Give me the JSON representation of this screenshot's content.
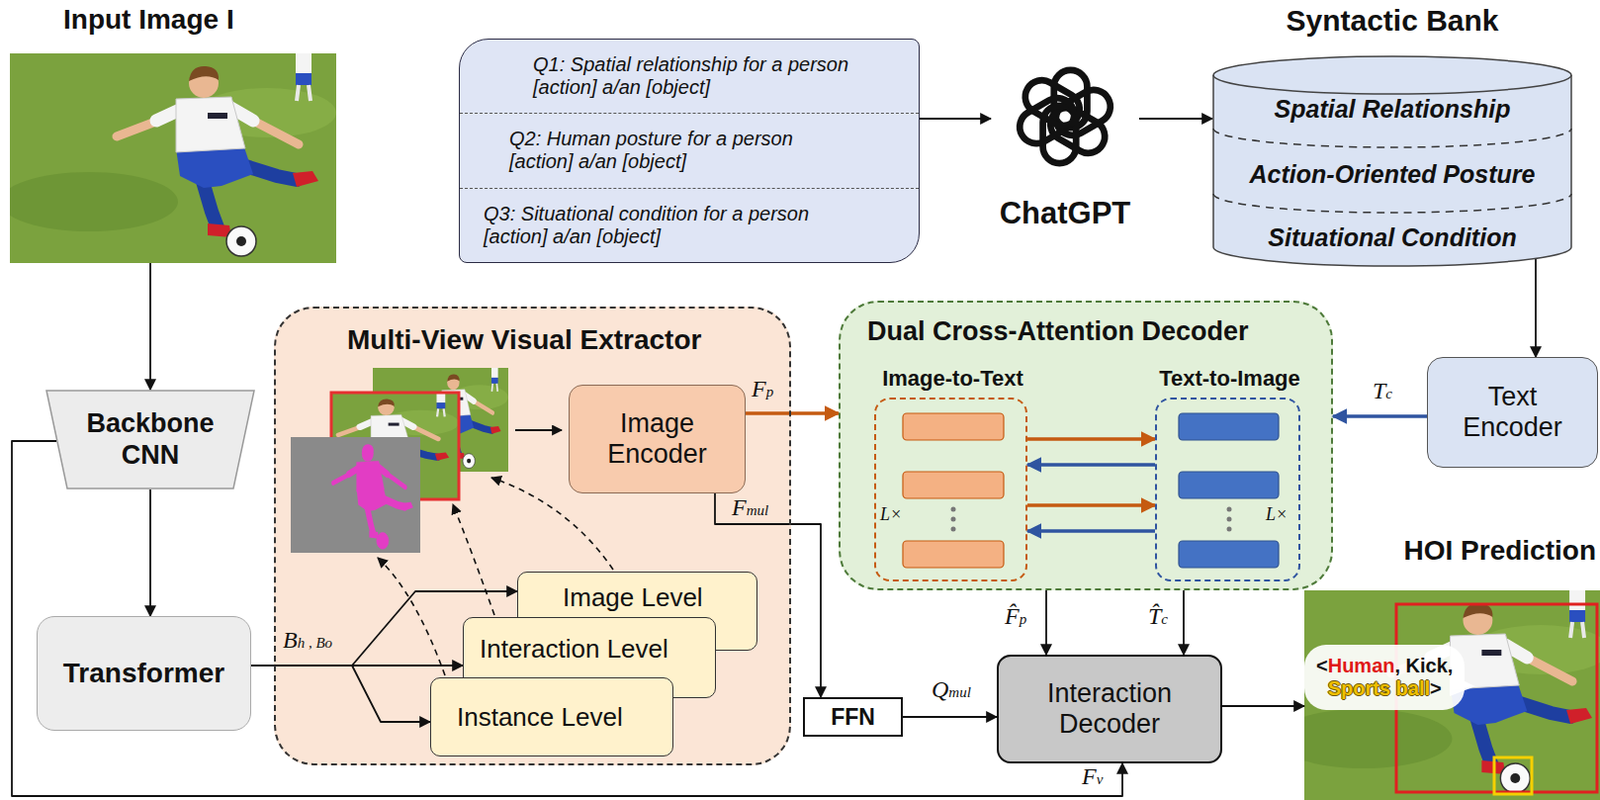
{
  "diagram": {
    "nodes": [
      {
        "text": [
          "Input Image I"
        ]
      },
      {
        "text": [
          "Q1: Spatial relationship for a person [action] a/an [object]",
          "Q2: Human posture for a person [action] a/an [object]",
          "Q3: Situational condition for a person [action] a/an [object]"
        ]
      },
      {
        "text": [
          "ChatGPT"
        ]
      },
      {
        "text": [
          "Syntactic Bank",
          "Spatial Relationship",
          "Action-Oriented Posture",
          "Situational Condition"
        ]
      },
      {
        "text": [
          "Backbone CNN"
        ]
      },
      {
        "text": [
          "Text Encoder"
        ]
      },
      {
        "text": [
          "Multi-View Visual Extractor"
        ]
      },
      {
        "text": [
          "Image Encoder"
        ],
        "in": 6
      },
      {
        "text": [
          "Image Level"
        ],
        "in": 6
      },
      {
        "text": [
          "Interaction Level"
        ],
        "in": 6
      },
      {
        "text": [
          "Instance Level"
        ],
        "in": 6
      },
      {
        "text": [
          "Dual Cross-Attention Decoder"
        ]
      },
      {
        "text": [
          "Image-to-Text"
        ],
        "in": 11
      },
      {
        "text": [
          "Text-to-Image"
        ],
        "in": 11
      },
      {
        "text": [
          "Transformer"
        ]
      },
      {
        "text": [
          "FFN"
        ]
      },
      {
        "text": [
          "Interaction Decoder"
        ]
      },
      {
        "text": [
          "HOI Prediction"
        ]
      },
      {
        "text": [
          "<",
          "Human",
          ", Kick,",
          "Sports ball",
          ">"
        ],
        "in": 17
      }
    ],
    "edges": [
      {
        "from": 0,
        "to": 4,
        "arrow": "to"
      },
      {
        "from": 4,
        "to": 14,
        "arrow": "to"
      },
      {
        "from": 14,
        "to": 9,
        "arrow": "to",
        "label": "Bh , Bo"
      },
      {
        "from": 14,
        "to": 8,
        "arrow": "to"
      },
      {
        "from": 14,
        "to": 10,
        "arrow": "to"
      },
      {
        "from": 1,
        "to": 2,
        "arrow": "to"
      },
      {
        "from": 2,
        "to": 3,
        "arrow": "to"
      },
      {
        "from": 3,
        "to": 5,
        "arrow": "to"
      },
      {
        "from": 5,
        "to": 11,
        "arrow": "to",
        "label": "Tc"
      },
      {
        "from": 7,
        "to": 11,
        "arrow": "to",
        "label": "Fp"
      },
      {
        "from": 7,
        "to": 15,
        "arrow": "to",
        "label": "Fmul"
      },
      {
        "from": 12,
        "to": 13,
        "arrow": "to"
      },
      {
        "from": 13,
        "to": 12,
        "arrow": "to"
      },
      {
        "from": 12,
        "to": 13,
        "arrow": "to"
      },
      {
        "from": 13,
        "to": 12,
        "arrow": "to"
      },
      {
        "from": 11,
        "to": 16,
        "arrow": "to",
        "label": "F̂p"
      },
      {
        "from": 11,
        "to": 16,
        "arrow": "to",
        "label": "T̂c"
      },
      {
        "from": 15,
        "to": 16,
        "arrow": "to",
        "label": "Qmul"
      },
      {
        "from": 4,
        "to": 16,
        "arrow": "to",
        "label": "Fv"
      },
      {
        "from": 16,
        "to": 17,
        "arrow": "to"
      }
    ],
    "labels": [
      "L×",
      "L×"
    ]
  }
}
